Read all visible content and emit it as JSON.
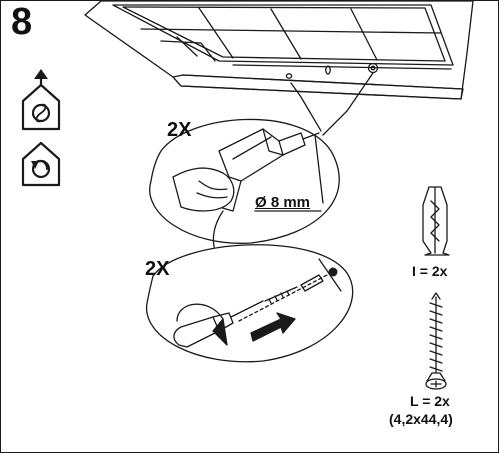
{
  "step": {
    "number": "8"
  },
  "icons": [
    {
      "name": "house-extraction-icon"
    },
    {
      "name": "house-recirculation-icon"
    }
  ],
  "callouts": {
    "drill_count": "2X",
    "drill_diameter": "Ø 8 mm",
    "screw_count": "2X"
  },
  "parts": {
    "wall_plug": {
      "label": "I = 2x"
    },
    "screw": {
      "label": "L = 2x",
      "size": "(4,2x44,4)"
    }
  },
  "colors": {
    "line": "#1a1a1a",
    "fill": "#ffffff"
  }
}
